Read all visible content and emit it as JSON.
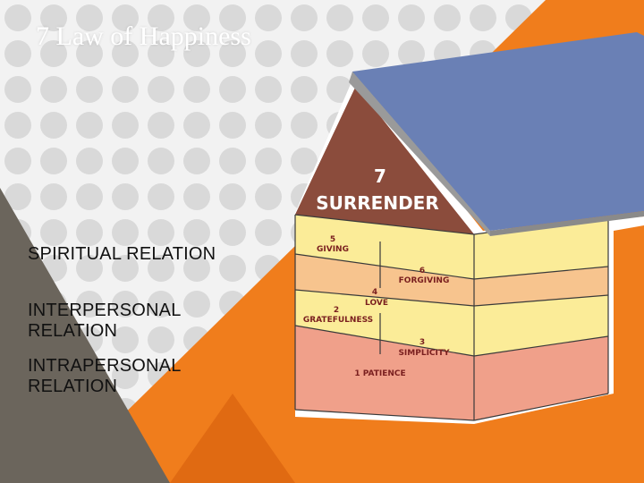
{
  "slide": {
    "title": "7 Law of Happiness",
    "labels": {
      "spiritual": "SPIRITUAL RELATION",
      "interpersonal": "INTERPERSONAL RELATION",
      "intrapersonal": "INTRAPERSONAL RELATION"
    }
  },
  "house": {
    "roof_number": "7",
    "roof_label": "SURRENDER",
    "items": {
      "giving_num": "5",
      "giving": "GIVING",
      "forgiving_num": "6",
      "forgiving": "FORGIVING",
      "love_num": "4",
      "love": "LOVE",
      "gratefulness_num": "2",
      "gratefulness": "GRATEFULNESS",
      "simplicity_num": "3",
      "simplicity": "SIMPLICITY",
      "patience": "1 PATIENCE"
    }
  },
  "colors": {
    "orange": "#f07d1c",
    "dark_orange": "#e06a12",
    "taupe": "#6b655c",
    "roof_blue": "#6a80b5",
    "gable_brown": "#8b4c3c",
    "yellow": "#fbec98",
    "peach": "#f7c48e",
    "salmon": "#f0a08a"
  }
}
